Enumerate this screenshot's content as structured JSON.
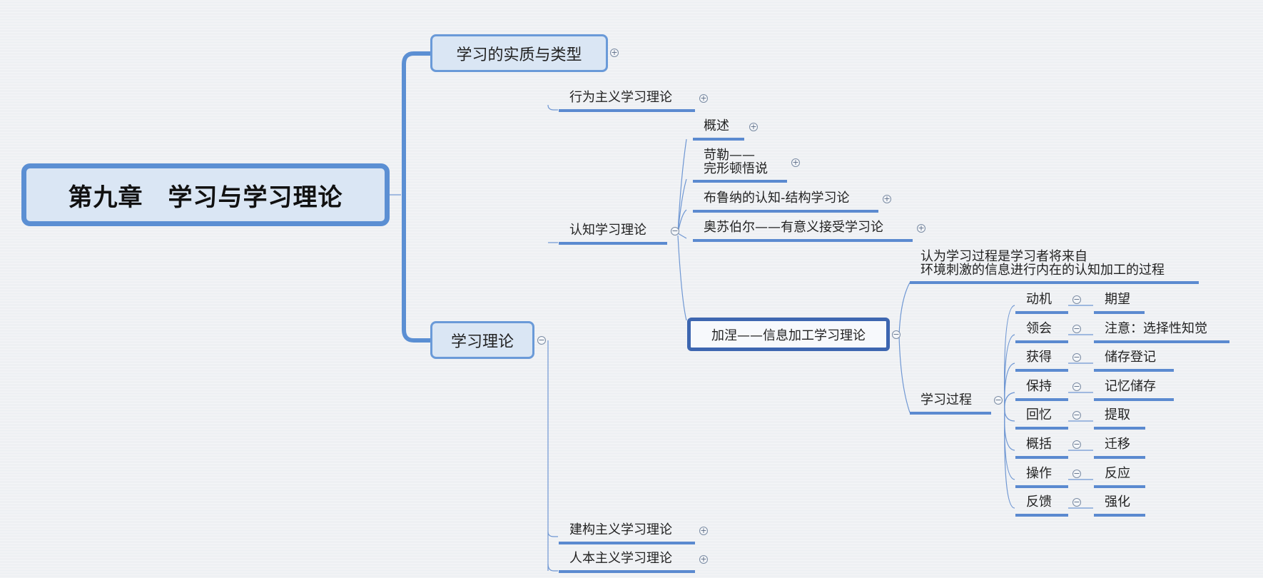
{
  "root": "第九章　学习与学习理论",
  "l1": {
    "essence": "学习的实质与类型",
    "theory": "学习理论"
  },
  "theories": {
    "behaviorism": "行为主义学习理论",
    "cognitive": "认知学习理论",
    "constructivism": "建构主义学习理论",
    "humanism": "人本主义学习理论"
  },
  "cognitive_children": {
    "overview": "概述",
    "kohler_line1": "苛勒——",
    "kohler_line2": "完形顿悟说",
    "bruner": "布鲁纳的认知-结构学习论",
    "ausubel": "奥苏伯尔——有意义接受学习论",
    "gagne": "加涅——信息加工学习理论"
  },
  "gagne_children": {
    "desc_line1": "认为学习过程是学习者将来自",
    "desc_line2": "环境刺激的信息进行内在的认知加工的过程",
    "process": "学习过程"
  },
  "stages": [
    {
      "phase": "动机",
      "result": "期望"
    },
    {
      "phase": "领会",
      "result": "注意：选择性知觉"
    },
    {
      "phase": "获得",
      "result": "储存登记"
    },
    {
      "phase": "保持",
      "result": "记忆储存"
    },
    {
      "phase": "回忆",
      "result": "提取"
    },
    {
      "phase": "概括",
      "result": "迁移"
    },
    {
      "phase": "操作",
      "result": "反应"
    },
    {
      "phase": "反馈",
      "result": "强化"
    }
  ],
  "toggle_symbols": {
    "expand": "+",
    "collapse": "−"
  },
  "colors": {
    "accent": "#5b8fd3",
    "selected_border": "#3d66b0",
    "node_fill": "#dae6f4",
    "line": "#6f97d3"
  }
}
